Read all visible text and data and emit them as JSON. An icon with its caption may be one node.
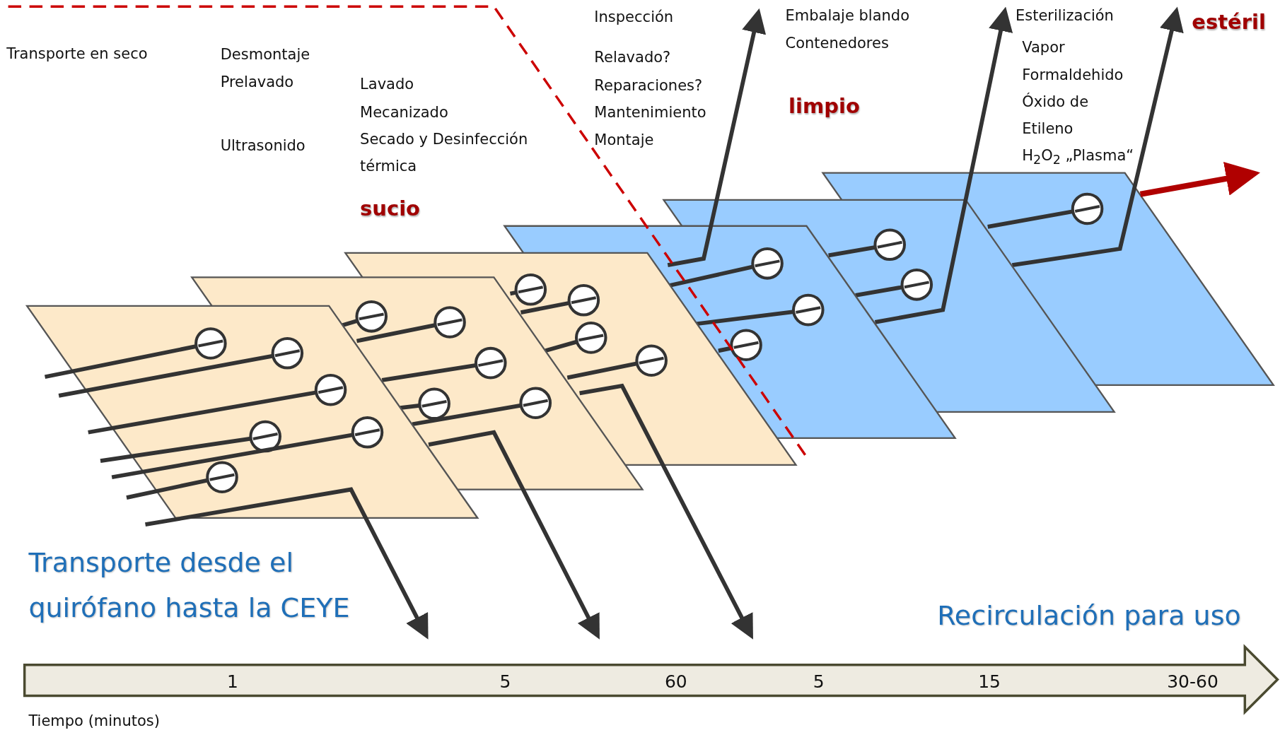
{
  "diagram": {
    "labels": [
      "Transporte en seco",
      "Desmontaje",
      "Prelavado",
      "Ultrasonido",
      "Lavado",
      "Mecanizado",
      "Secado y Desinfección térmica",
      "sucio",
      "Inspección",
      "Relavado?",
      "Reparaciones?",
      "Mantenimiento",
      "Montaje",
      "Embalaje blando",
      "Contenedores",
      "limpio",
      "Esterilización",
      "Vapor",
      "Formaldehido",
      "Óxido de Etileno",
      "H$_{2}$O$_{2}$ „Plasma“",
      "estéril",
      "Transporte desde el quirófano hasta la CEYE",
      "Recirculación para uso",
      "1",
      "5",
      "60",
      "5",
      "15",
      "30-60",
      "Tiempo (minutos)"
    ]
  }
}
